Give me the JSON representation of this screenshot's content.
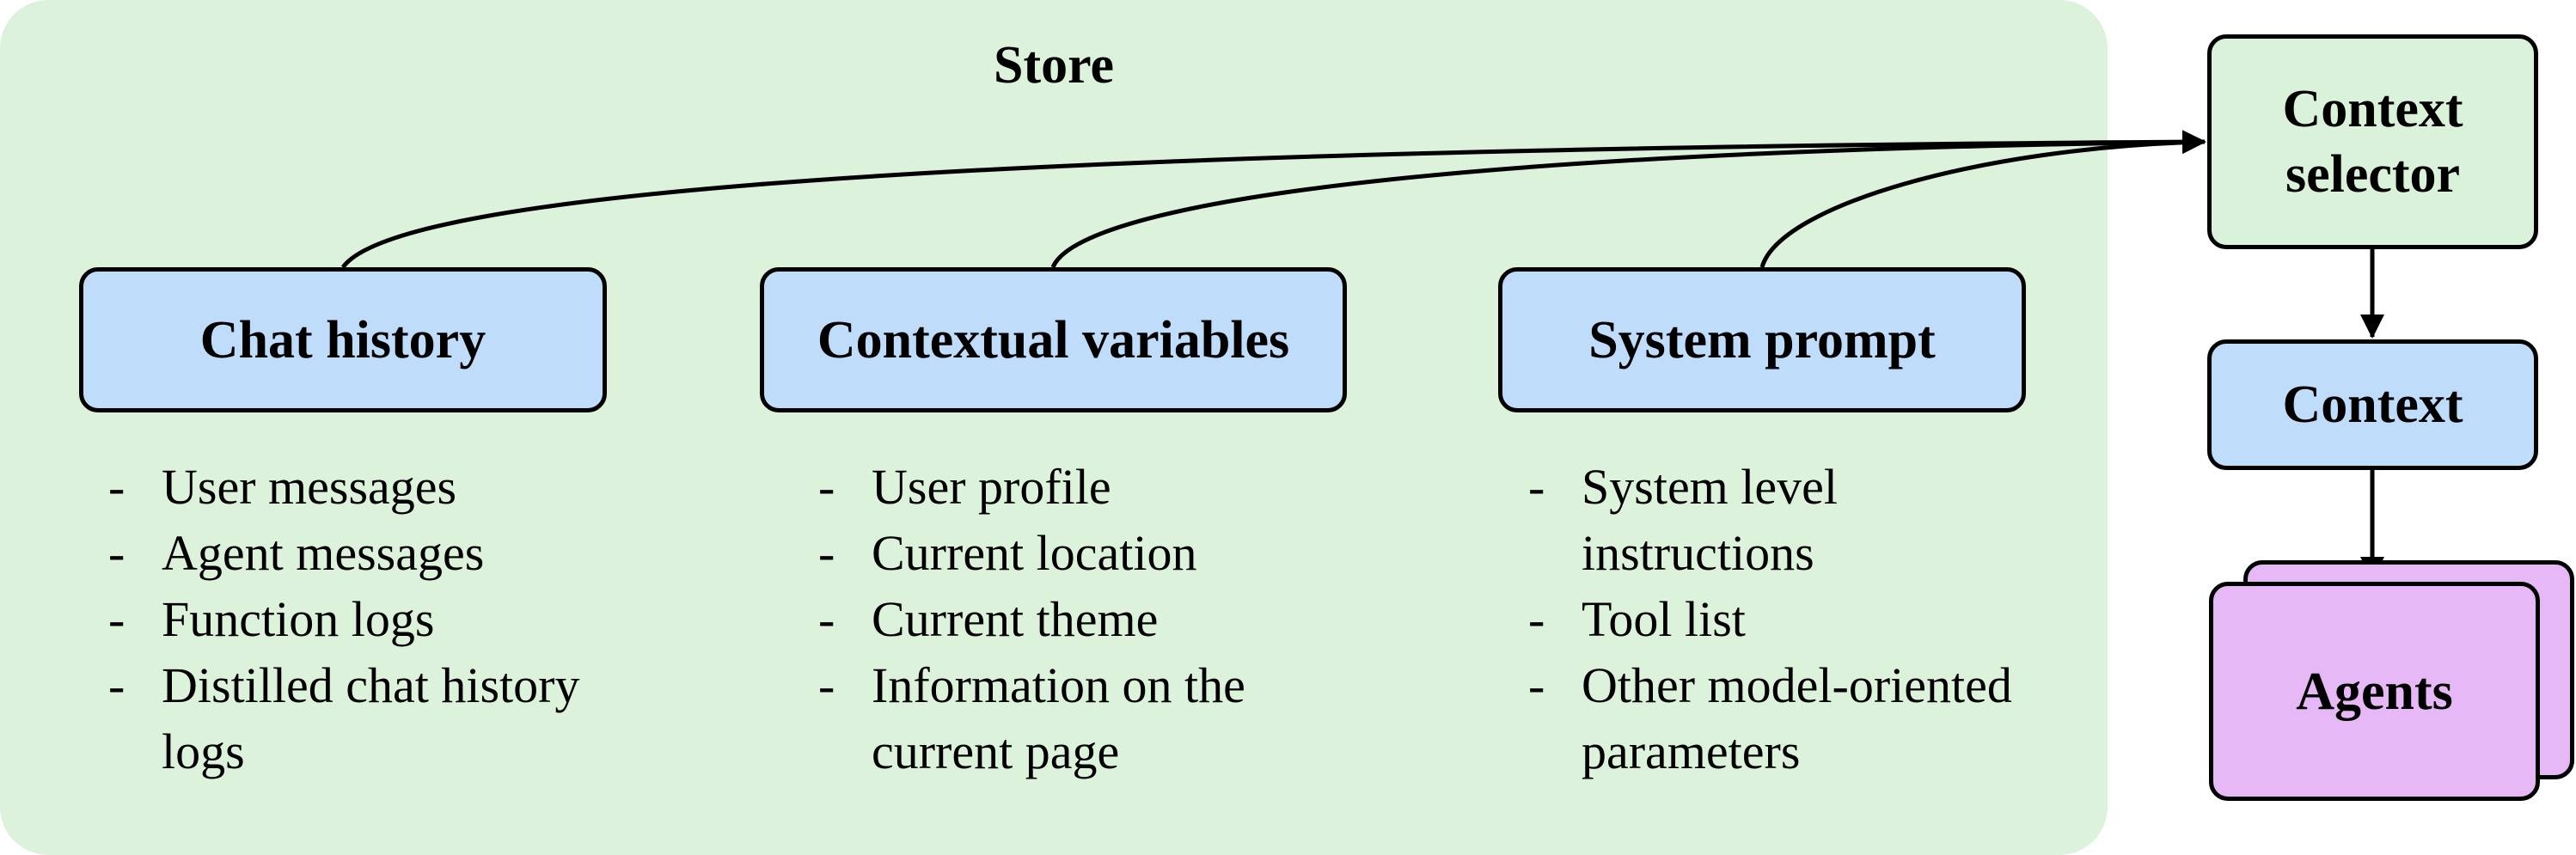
{
  "colors": {
    "store_background": "#dcf2db",
    "source_box": "#bfdcfa",
    "selector_box": "#daf2da",
    "context_box": "#bfdcfa",
    "agents_box": "#e6b8f6",
    "stroke": "#000000"
  },
  "store": {
    "title": "Store"
  },
  "sources": [
    {
      "title": "Chat history",
      "items": [
        "User messages",
        "Agent messages",
        "Function logs",
        "Distilled chat history logs"
      ]
    },
    {
      "title": "Contextual variables",
      "items": [
        "User profile",
        "Current location",
        "Current theme",
        "Information on the current page"
      ]
    },
    {
      "title": "System prompt",
      "items": [
        "System level instructions",
        "Tool list",
        "Other model-oriented parameters"
      ]
    }
  ],
  "pipeline": {
    "selector": "Context selector",
    "context": "Context",
    "agents": "Agents"
  },
  "bullet_marker": "-"
}
